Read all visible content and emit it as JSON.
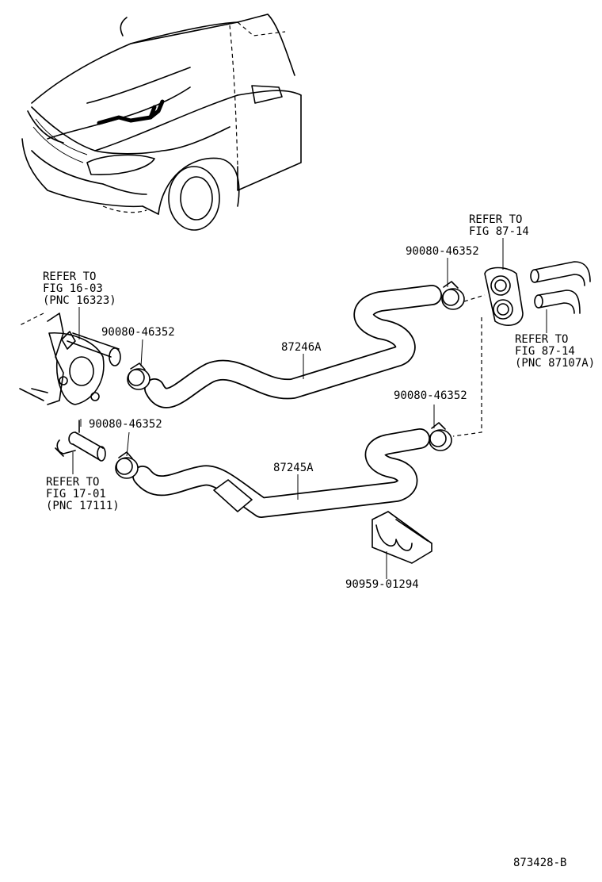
{
  "labels": {
    "refer_16_03": [
      "REFER TO",
      "FIG 16-03",
      "(PNC 16323)"
    ],
    "clamp_1": "90080-46352",
    "hose_upper": "87246A",
    "clamp_top_right": "90080-46352",
    "refer_87_14_top": [
      "REFER TO",
      "FIG 87-14"
    ],
    "refer_87_14_right": [
      "REFER TO",
      "FIG 87-14",
      "(PNC 87107A)"
    ],
    "clamp_mid_right": "90080-46352",
    "clamp_lower_left": "90080-46352",
    "hose_lower": "87245A",
    "refer_17_01": [
      "REFER TO",
      "FIG 17-01",
      "(PNC 17111)"
    ],
    "clamp_bracket": "90959-01294",
    "figure_id": "873428-B"
  }
}
